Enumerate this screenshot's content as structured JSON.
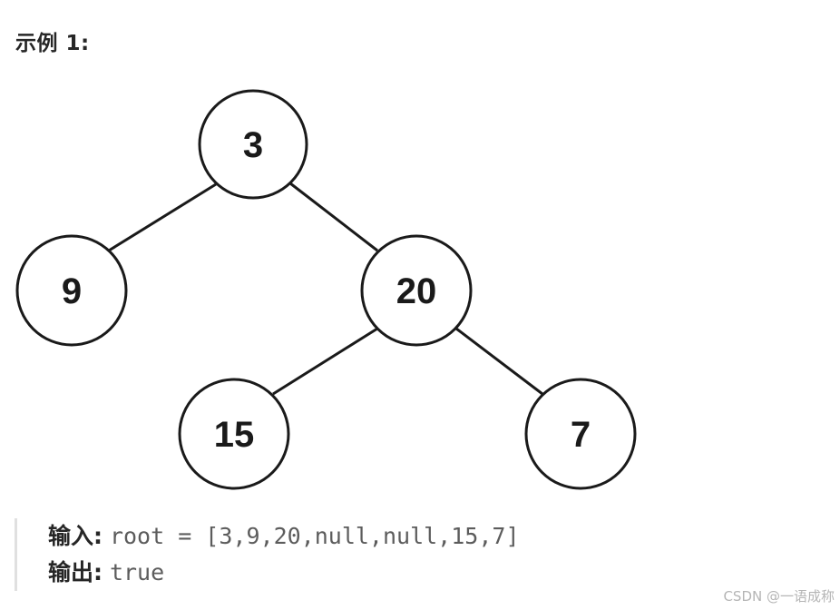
{
  "heading": "示例 1:",
  "tree": {
    "nodes": [
      {
        "id": "n3",
        "label": "3"
      },
      {
        "id": "n9",
        "label": "9"
      },
      {
        "id": "n20",
        "label": "20"
      },
      {
        "id": "n15",
        "label": "15"
      },
      {
        "id": "n7",
        "label": "7"
      }
    ],
    "edges": [
      {
        "from": "3",
        "to": "9"
      },
      {
        "from": "3",
        "to": "20"
      },
      {
        "from": "20",
        "to": "15"
      },
      {
        "from": "20",
        "to": "7"
      }
    ]
  },
  "example": {
    "input_label": "输入:",
    "input_value": "root = [3,9,20,null,null,15,7]",
    "output_label": "输出:",
    "output_value": "true"
  },
  "watermark": "CSDN @一语成称"
}
